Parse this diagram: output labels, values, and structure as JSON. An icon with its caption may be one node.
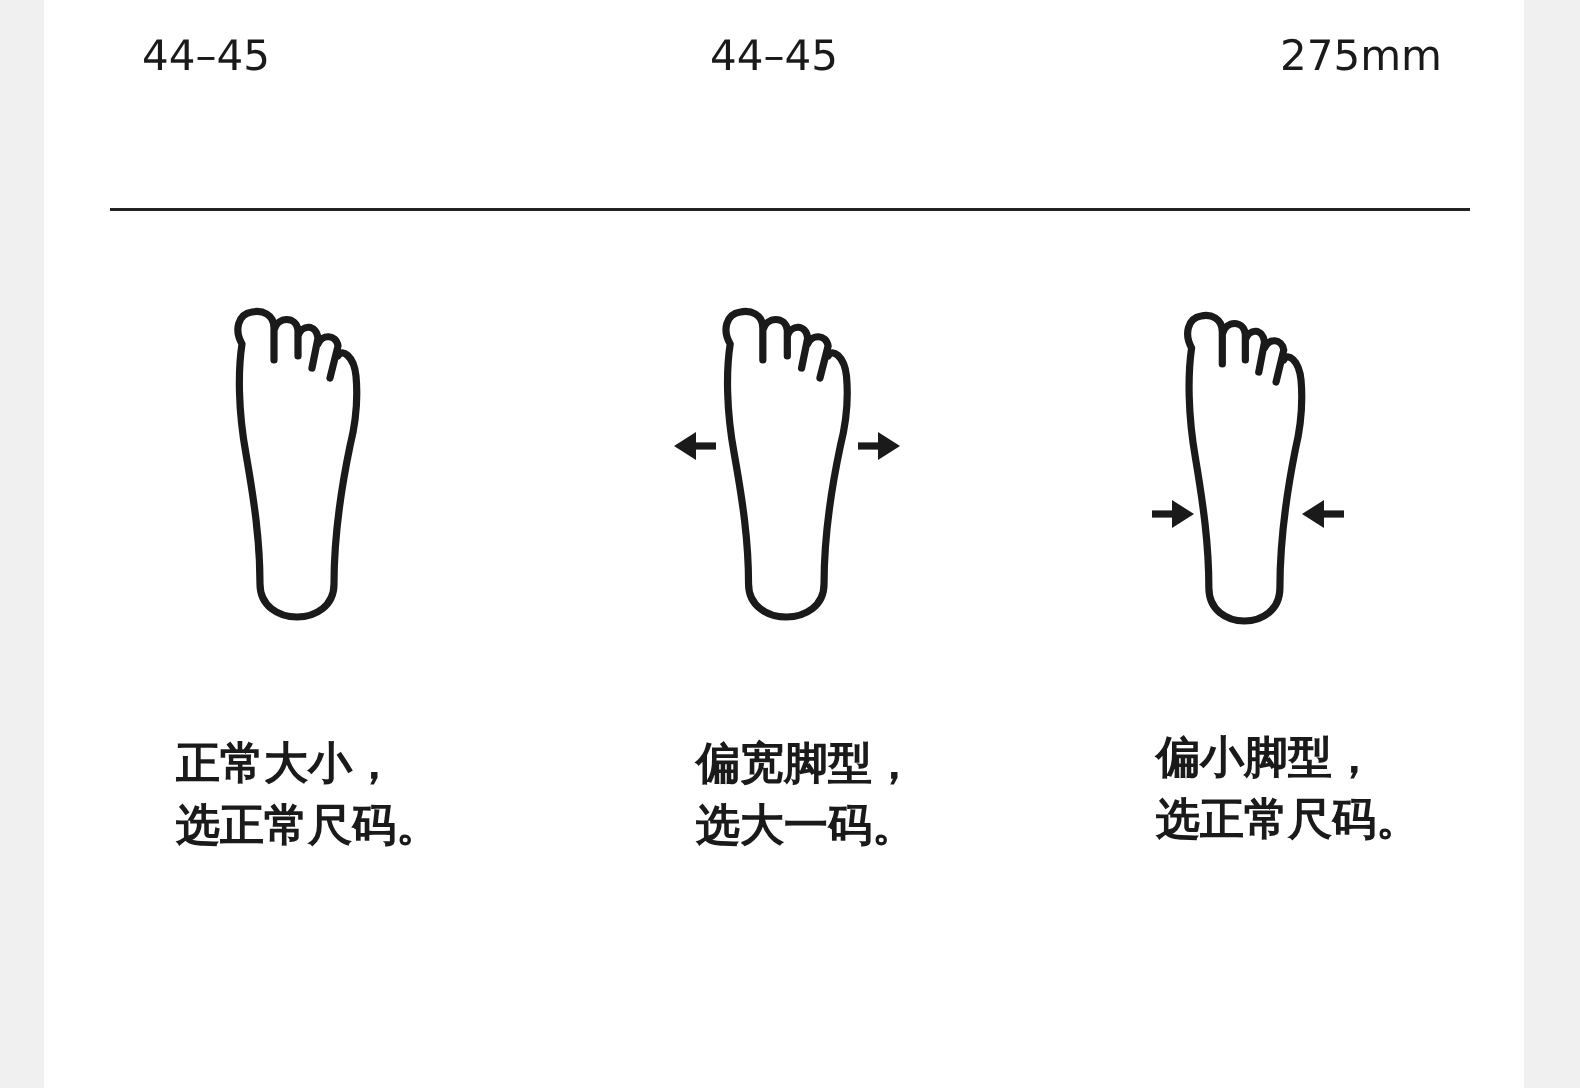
{
  "diagram": {
    "labels": [
      "44–45",
      "44–45",
      "275mm",
      "正常大小，选正常尺码。",
      "偏宽脚型，选大一码。",
      "偏小脚型，选正常尺码。"
    ]
  }
}
